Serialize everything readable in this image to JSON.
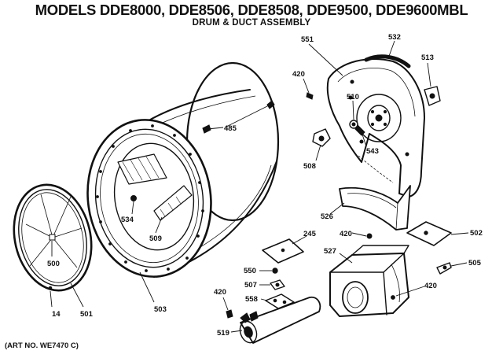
{
  "header": {
    "title": "MODELS DDE8000, DDE8506, DDE8508, DDE9500, DDE9600MBL",
    "subtitle": "DRUM & DUCT ASSEMBLY"
  },
  "footer": {
    "art_number": "(ART NO. WE7470 C)"
  },
  "callouts": {
    "c551": "551",
    "c532": "532",
    "c420a": "420",
    "c513": "513",
    "c510": "510",
    "c485": "485",
    "c543": "543",
    "c508": "508",
    "c534": "534",
    "c509": "509",
    "c526": "526",
    "c245": "245",
    "c420b": "420",
    "c502": "502",
    "c527": "527",
    "c505": "505",
    "c550": "550",
    "c507": "507",
    "c558": "558",
    "c420c": "420",
    "c420d": "420",
    "c500": "500",
    "c14": "14",
    "c501": "501",
    "c503": "503",
    "c519": "519"
  },
  "colors": {
    "ink": "#111111",
    "paper": "#ffffff"
  }
}
